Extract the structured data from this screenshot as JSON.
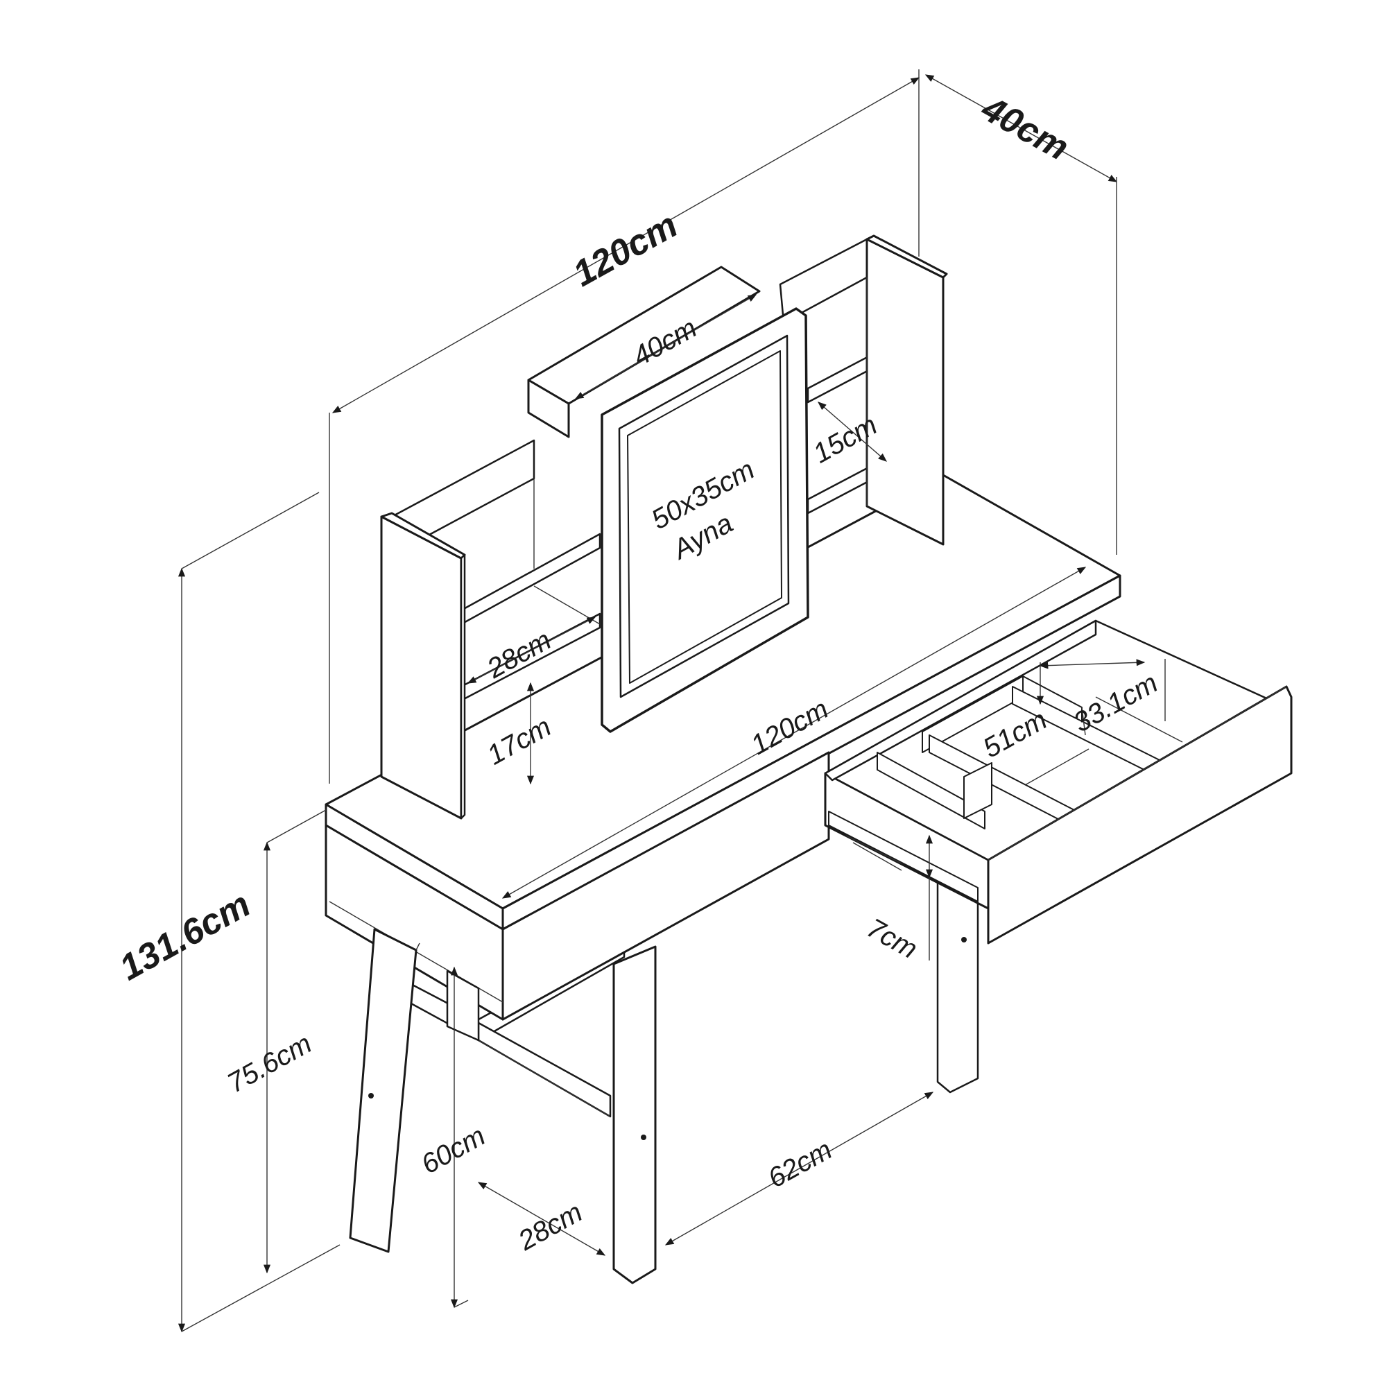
{
  "colors": {
    "line": "#1a1a1a",
    "background": "#ffffff"
  },
  "dimensions": {
    "total_width": "120cm",
    "depth": "40cm",
    "total_height": "131.6cm",
    "desk_height": "75.6cm",
    "mirror_frame_width": "40cm",
    "mirror_size": "50x35cm",
    "mirror_label": "Ayna",
    "right_shelf_gap": "15cm",
    "left_shelf_width": "28cm",
    "left_shelf_gap": "17cm",
    "top_width": "120cm",
    "drawer_compartment_a": "51cm",
    "drawer_compartment_b": "33.1cm",
    "drawer_height": "7cm",
    "leg_clearance": "60cm",
    "leg_spacing_depth": "28cm",
    "leg_spacing_width": "62cm"
  }
}
